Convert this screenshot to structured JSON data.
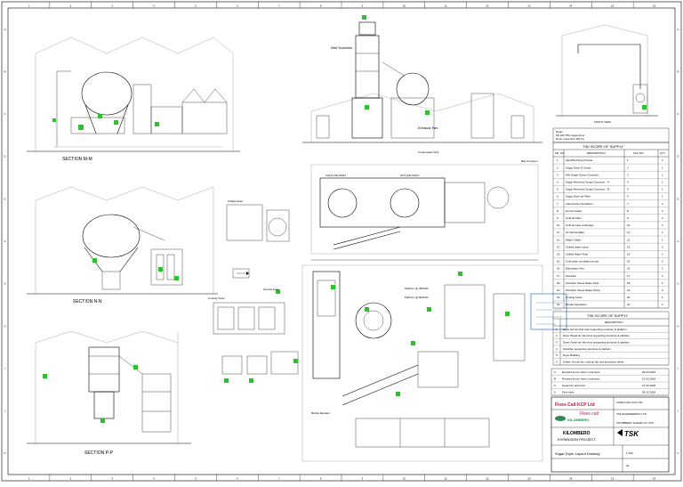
{
  "border": {
    "columns": [
      "1",
      "2",
      "3",
      "4",
      "5",
      "6",
      "7",
      "8",
      "9",
      "10",
      "11",
      "12",
      "13",
      "14",
      "15",
      "16"
    ],
    "rows": [
      "A",
      "B",
      "C",
      "D",
      "E",
      "F",
      "G",
      "H",
      "I",
      "J",
      "K"
    ]
  },
  "sections": {
    "top_left": "SECTION M-M",
    "mid_left": "SECTION N-N",
    "bottom_left": "SECTION P-P",
    "front_view": "FRONT VIEW"
  },
  "labels": {
    "wet_scrubber": "Wet Scrubber",
    "exhaust_fan": "Exhaust Fan",
    "cooling_tower": "Cooling Tower",
    "chilled_water": "Chilled water",
    "hot_air_inlet": "HOT AIR INLET",
    "cold_air_inlet": "COLD AIR INLET",
    "ground_level": "Ground level",
    "platform_1": "Platform @ 4500 EL",
    "platform_2": "Platform @ 6000 EL",
    "belt_conveyor": "Belt Conveyor",
    "bucket_elevator": "Bucket Elevator",
    "condensate_tank": "Condensate Tank"
  },
  "notes": {
    "header": "Notes",
    "lines": [
      "Fill 100 TPH sugar dryer",
      "Dryer mass flow 150 t/h"
    ]
  },
  "tsk_scope": {
    "title": "TSK SCOPE OF SUPPLY",
    "headers": [
      "SR. NO.",
      "DESCRIPTION",
      "TAG NO.",
      "QTY."
    ],
    "rows": [
      [
        "1",
        "Fluid Bed Dryer/Cooler",
        "1",
        "1"
      ],
      [
        "2",
        "Sugar Dryer & Cooler",
        "2",
        "1"
      ],
      [
        "3",
        "Wet Sugar Screw Conveyor",
        "3",
        "1"
      ],
      [
        "4",
        "Sugar Recovery Screw Conveyor - A",
        "4",
        "1"
      ],
      [
        "5",
        "Sugar Recovery Screw Conveyor - B",
        "5",
        "1"
      ],
      [
        "6",
        "Sugar Dryer air Filter",
        "6",
        "1"
      ],
      [
        "7",
        "Induced fan (Scrubber)",
        "7",
        "1"
      ],
      [
        "8",
        "Hot air heater",
        "8",
        "1"
      ],
      [
        "9",
        "Cold air Filter",
        "9",
        "1"
      ],
      [
        "10",
        "Cold air heat exchanger",
        "10",
        "1"
      ],
      [
        "11",
        "Air Dehumidifier",
        "11",
        "1"
      ],
      [
        "12",
        "Water Chiller",
        "12",
        "1"
      ],
      [
        "13",
        "Chilled water pump",
        "13",
        "2"
      ],
      [
        "14",
        "Chilled Water Tank",
        "14",
        "1"
      ],
      [
        "15",
        "Cold water circulation pump",
        "15",
        "2"
      ],
      [
        "16",
        "Exhaustion Fan",
        "16",
        "1"
      ],
      [
        "17",
        "Scrubber",
        "17",
        "1"
      ],
      [
        "18",
        "Scrubber Sweet Water Tank",
        "18",
        "1"
      ],
      [
        "19",
        "Scrubber Sweet Water Pump",
        "19",
        "2"
      ],
      [
        "20",
        "Cooling Tower",
        "20",
        "1"
      ],
      [
        "21",
        "Droplet Separator",
        "21",
        "1"
      ]
    ]
  },
  "other_scope": {
    "title": "TSK SCOPE OF SUPPLY",
    "header": "DESCRIPTION",
    "rows": [
      "Dryer Hot air inlet duct supporting structure & platform",
      "Dryer Mixed air inlet duct supporting structure & platform",
      "Dryer Outlet air inlet duct supporting structure & platform",
      "Scrubber supporting structure & platform",
      "Dryer Building",
      "Chiller, Hot air fan, cold air fan and protection sheet"
    ]
  },
  "revisions": [
    [
      "C",
      "Revised as per client comments",
      "29.03.2018"
    ],
    [
      "B",
      "Revised as per client comments",
      "10.03.2018"
    ],
    [
      "A",
      "Issued for approval",
      "21.02.2018"
    ],
    [
      "0",
      "First issue",
      "05.02.2018"
    ]
  ],
  "title_block": {
    "company": "Fives Cail-KCP Ltd",
    "client_logo": "KILOMBERO",
    "project_line1": "KILOMBERO",
    "project_line2": "EXPANSION PROJECT",
    "drawing_title": "Sugar Dryer Layout Drawing",
    "scale": "1:100",
    "sheet": "A1",
    "brand": "TSK",
    "side_lines": [
      "FIVES CAIL-KCP LTD",
      "TSK ENGINEERING LTD",
      "KILOMBERO SUGAR CO. LTD."
    ],
    "logo_text": "Fives cail"
  },
  "colors": {
    "line": "#000000",
    "ground": "#2fbf2f",
    "brand_red": "#c8102e",
    "brand_pink": "#d6006b",
    "stamp_blue": "#6a9fd4"
  }
}
